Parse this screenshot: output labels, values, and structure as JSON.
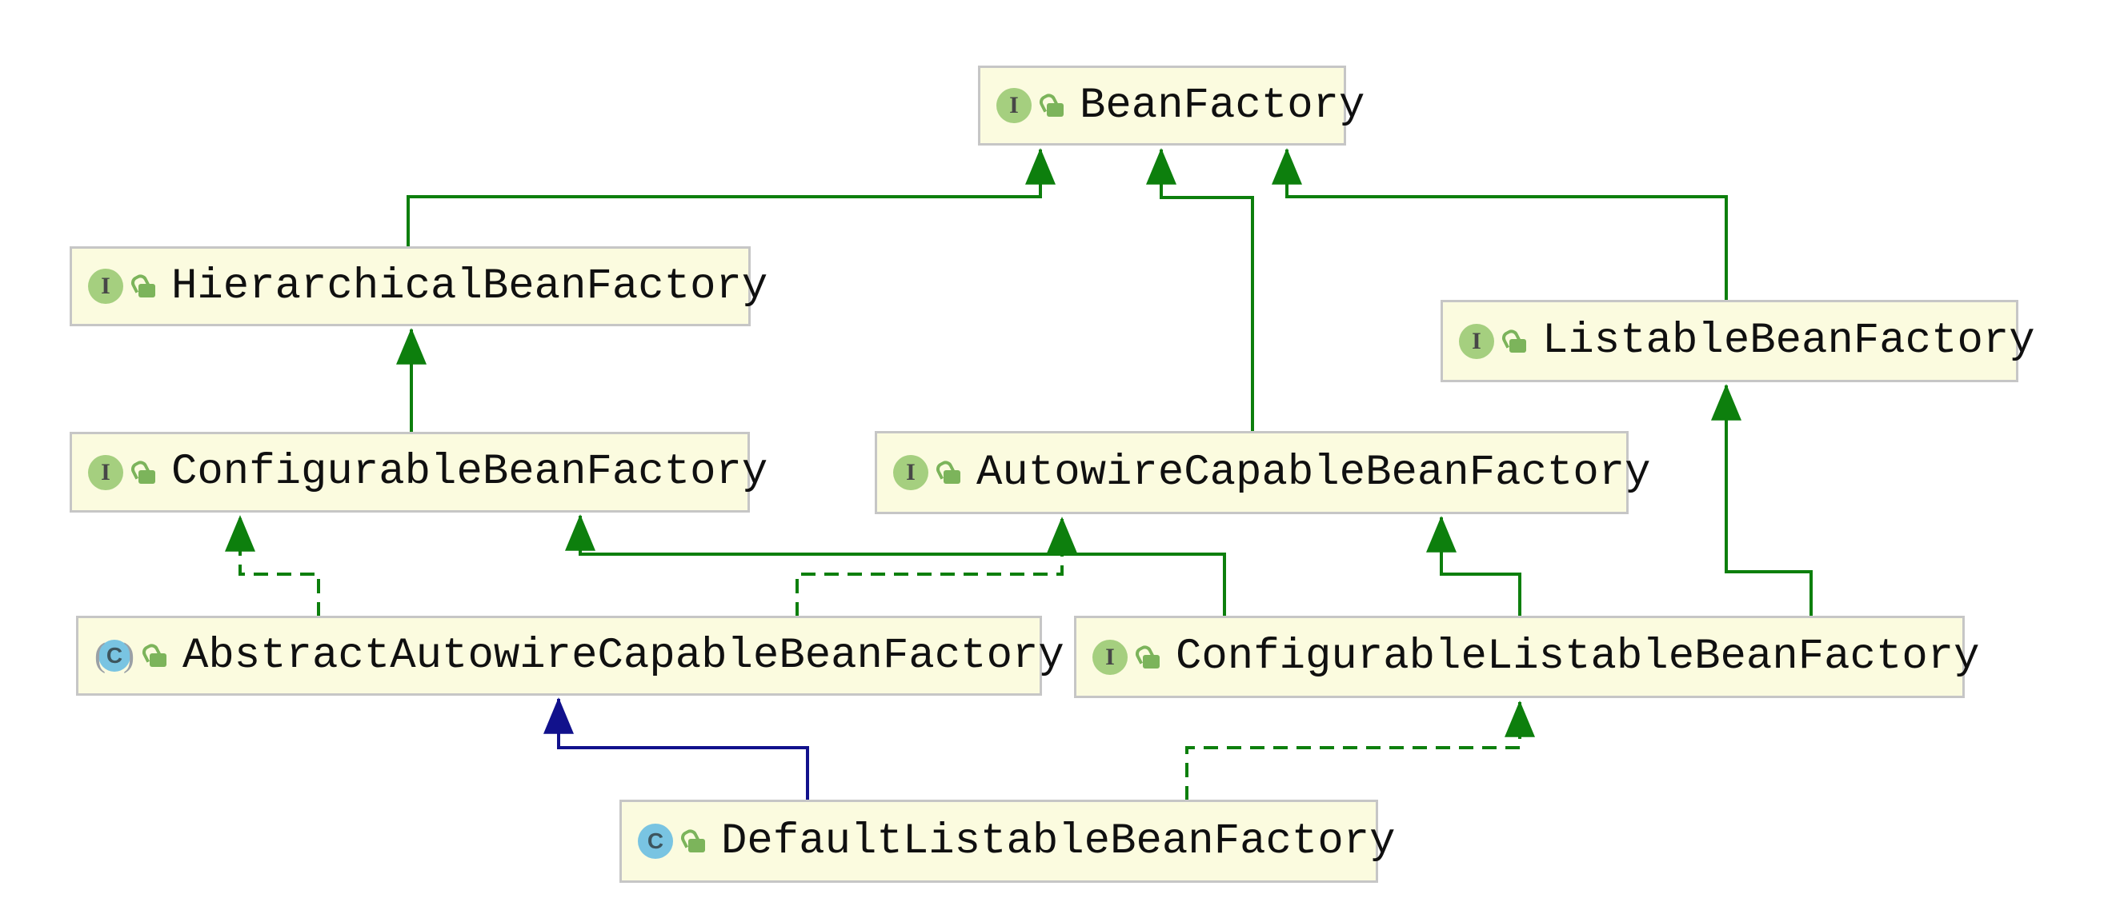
{
  "diagram": {
    "title": "BeanFactory class hierarchy diagram",
    "colors": {
      "node_fill": "#fbfbdf",
      "node_border": "#c6c6c6",
      "edge_green": "#0d7f0d",
      "edge_blue": "#11118c",
      "interface_icon_green": "#a5cf7f",
      "class_icon_blue": "#79c4e2",
      "lock_icon_green": "#7cb45b"
    },
    "icon_glyphs": {
      "interface": "I",
      "class": "C",
      "abstract_class": "C",
      "paren_left": "(",
      "paren_right": ")"
    },
    "nodes": [
      {
        "id": "bean-factory",
        "label": "BeanFactory",
        "kind": "interface"
      },
      {
        "id": "hierarchical-bean-factory",
        "label": "HierarchicalBeanFactory",
        "kind": "interface"
      },
      {
        "id": "listable-bean-factory",
        "label": "ListableBeanFactory",
        "kind": "interface"
      },
      {
        "id": "configurable-bean-factory",
        "label": "ConfigurableBeanFactory",
        "kind": "interface"
      },
      {
        "id": "autowire-capable-bean-factory",
        "label": "AutowireCapableBeanFactory",
        "kind": "interface"
      },
      {
        "id": "abstract-autowire-capable-bean-factory",
        "label": "AbstractAutowireCapableBeanFactory",
        "kind": "abstract-class"
      },
      {
        "id": "configurable-listable-bean-factory",
        "label": "ConfigurableListableBeanFactory",
        "kind": "interface"
      },
      {
        "id": "default-listable-bean-factory",
        "label": "DefaultListableBeanFactory",
        "kind": "class"
      }
    ],
    "edges": [
      {
        "from": "HierarchicalBeanFactory",
        "to": "BeanFactory",
        "relation": "extends",
        "style": "solid-green"
      },
      {
        "from": "AutowireCapableBeanFactory",
        "to": "BeanFactory",
        "relation": "extends",
        "style": "solid-green"
      },
      {
        "from": "ListableBeanFactory",
        "to": "BeanFactory",
        "relation": "extends",
        "style": "solid-green"
      },
      {
        "from": "ConfigurableBeanFactory",
        "to": "HierarchicalBeanFactory",
        "relation": "extends",
        "style": "solid-green"
      },
      {
        "from": "ConfigurableListableBeanFactory",
        "to": "ConfigurableBeanFactory",
        "relation": "extends",
        "style": "solid-green"
      },
      {
        "from": "ConfigurableListableBeanFactory",
        "to": "AutowireCapableBeanFactory",
        "relation": "extends",
        "style": "solid-green"
      },
      {
        "from": "ConfigurableListableBeanFactory",
        "to": "ListableBeanFactory",
        "relation": "extends",
        "style": "solid-green"
      },
      {
        "from": "AbstractAutowireCapableBeanFactory",
        "to": "ConfigurableBeanFactory",
        "relation": "implements",
        "style": "dashed-green"
      },
      {
        "from": "AbstractAutowireCapableBeanFactory",
        "to": "AutowireCapableBeanFactory",
        "relation": "implements",
        "style": "dashed-green"
      },
      {
        "from": "DefaultListableBeanFactory",
        "to": "ConfigurableListableBeanFactory",
        "relation": "implements",
        "style": "dashed-green"
      },
      {
        "from": "DefaultListableBeanFactory",
        "to": "AbstractAutowireCapableBeanFactory",
        "relation": "extends",
        "style": "solid-blue"
      }
    ]
  }
}
